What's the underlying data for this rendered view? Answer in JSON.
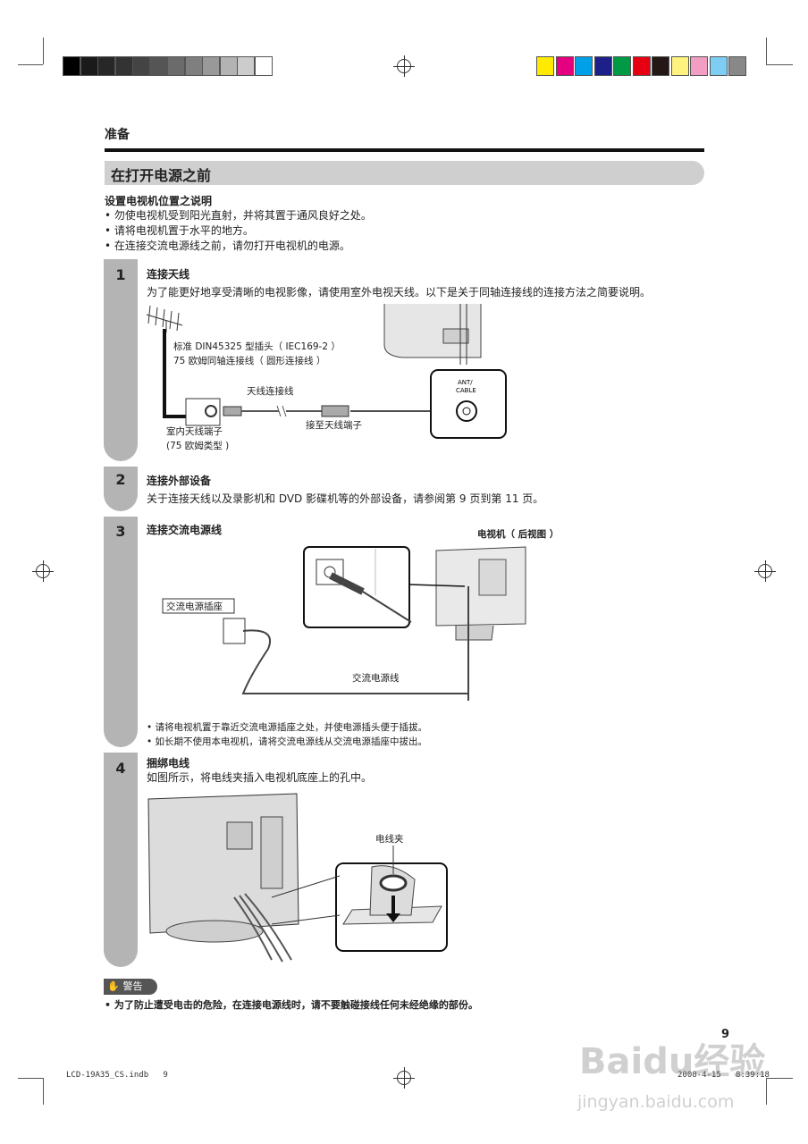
{
  "header": {
    "category": "准备",
    "section_title": "在打开电源之前"
  },
  "placement": {
    "heading": "设置电视机位置之说明",
    "bullets": [
      "勿使电视机受到阳光直射，并将其置于通风良好之处。",
      "请将电视机置于水平的地方。",
      "在连接交流电源线之前，请勿打开电视机的电源。"
    ]
  },
  "steps": [
    {
      "number": "1",
      "title": "连接天线",
      "text": "为了能更好地享受清晰的电视影像，请使用室外电视天线。以下是关于同轴连接线的连接方法之简要说明。",
      "labels": {
        "plug_standard": "标准 DIN45325 型插头（ IEC169-2 ）",
        "coax_cable": "75 欧姆同轴连接线（ 圆形连接线 ）",
        "antenna_cable": "天线连接线",
        "to_terminal": "接至天线端子",
        "indoor_terminal": "室内天线端子",
        "indoor_terminal_type": "(75 欧姆类型 )",
        "ant_label_1": "ANT/",
        "ant_label_2": "CABLE"
      }
    },
    {
      "number": "2",
      "title": "连接外部设备",
      "text": "关于连接天线以及录影机和 DVD 影碟机等的外部设备，请参阅第 9 页到第 11 页。"
    },
    {
      "number": "3",
      "title": "连接交流电源线",
      "labels": {
        "tv_rear": "电视机（ 后视图 ）",
        "ac_outlet": "交流电源插座",
        "ac_cord": "交流电源线"
      },
      "notes": [
        "请将电视机置于靠近交流电源插座之处，并使电源插头便于插拔。",
        "如长期不使用本电视机，请将交流电源线从交流电源插座中拔出。"
      ]
    },
    {
      "number": "4",
      "title": "捆绑电线",
      "text": "如图所示，将电线夹插入电视机底座上的孔中。",
      "labels": {
        "cable_clip": "电线夹"
      }
    }
  ],
  "warning": {
    "badge": "警告",
    "text": "为了防止遭受电击的危险，在连接电源线时，请不要触碰接线任何未经绝缘的部份。"
  },
  "page_number": "9",
  "footer": {
    "file": "LCD-19A35_CS.indb   9",
    "date": "2008-4-15   8:39:18"
  },
  "watermark": {
    "brand": "Baidu经验",
    "url": "jingyan.baidu.com"
  },
  "colors": {
    "grays": [
      "#000000",
      "#1a1a1a",
      "#272727",
      "#333333",
      "#444444",
      "#555555",
      "#6b6b6b",
      "#7f7f7f",
      "#999999",
      "#b3b3b3",
      "#cccccc",
      "#ffffff"
    ],
    "process": [
      "#ffea00",
      "#e4007f",
      "#00a0e9",
      "#1d2088",
      "#009944",
      "#e60012",
      "#231815",
      "#fff380",
      "#f19ec2",
      "#7ecef4",
      "#888888"
    ],
    "step_tab": "#b4b4b4",
    "title_bar": "#cfcfcf"
  }
}
